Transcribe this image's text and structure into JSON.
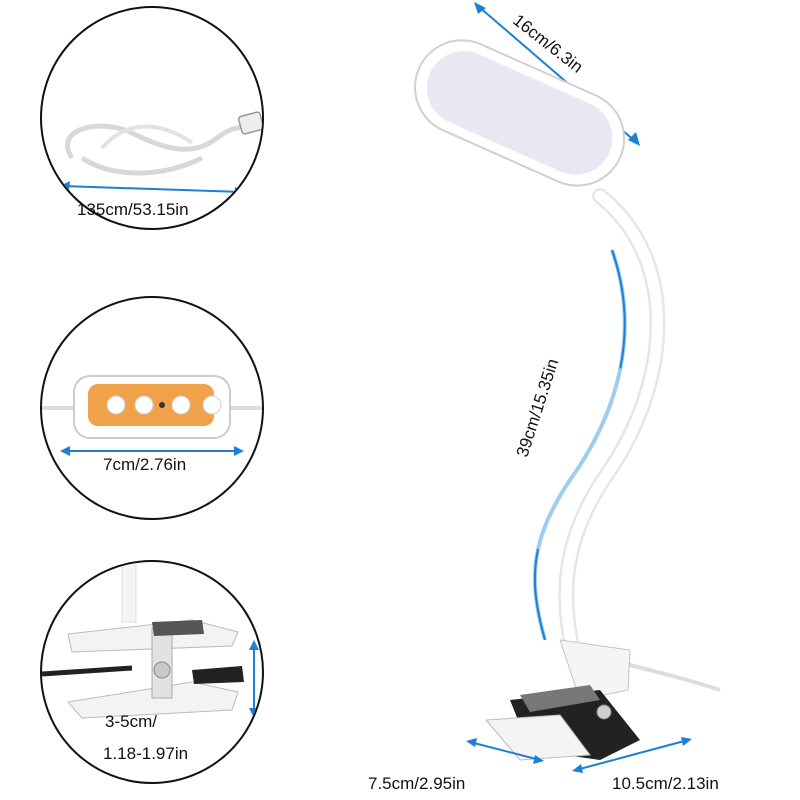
{
  "product": {
    "cable_length": "135cm/53.15in",
    "controller_width": "7cm/2.76in",
    "clip_opening_line1": "3-5cm/",
    "clip_opening_line2": "1.18-1.97in",
    "head_length": "16cm/6.3in",
    "gooseneck_length": "39cm/15.35in",
    "clip_width": "7.5cm/2.95in",
    "clip_length": "10.5cm/2.13in"
  },
  "colors": {
    "dimension_arrow": "#1d7fd6",
    "controller_body": "#f0a14a",
    "lamp_white": "#ffffff",
    "outline": "#111111"
  }
}
